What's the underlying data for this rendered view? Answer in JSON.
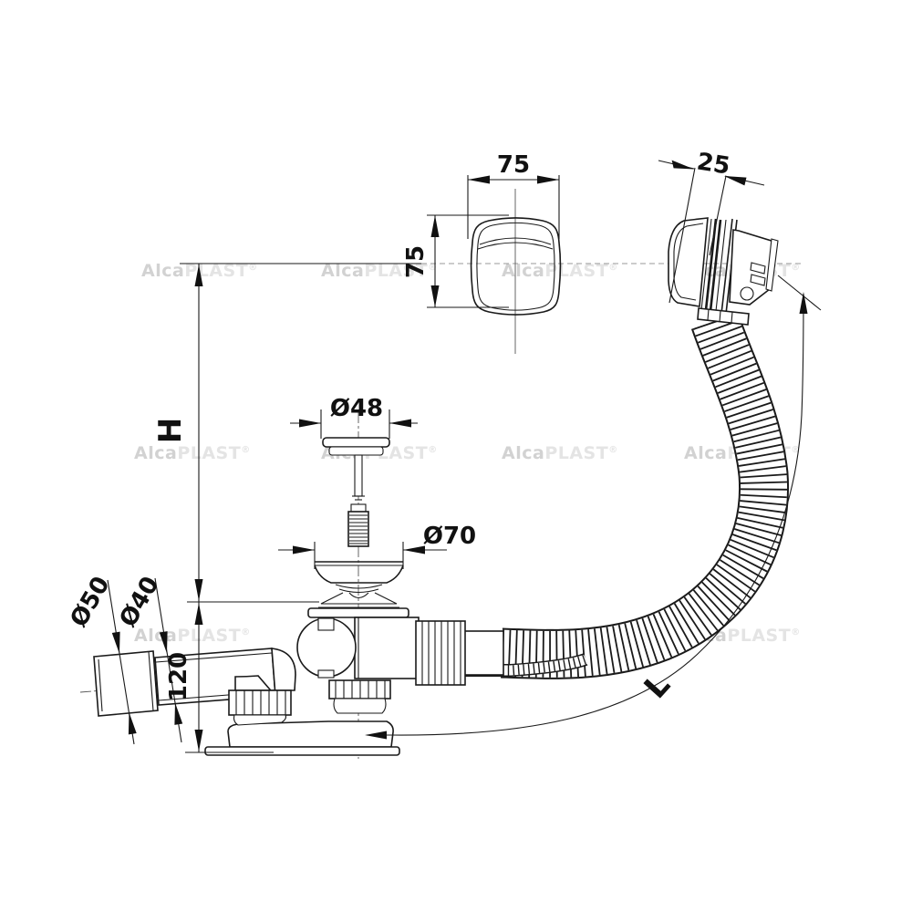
{
  "drawing": {
    "type": "technical-dimension-drawing",
    "subject": "bath waste and overflow drain set with flexible hose",
    "brand_watermark": {
      "part1": "Alca",
      "part2": "PLAST",
      "registered": "®"
    },
    "dimensions": {
      "cap_width": {
        "label": "75"
      },
      "cap_height": {
        "label": "75"
      },
      "overflow_depth": {
        "label": "25"
      },
      "plug_diameter": {
        "label": "Ø48"
      },
      "strainer_diameter": {
        "label": "Ø70"
      },
      "outlet_outer_diameter": {
        "label": "Ø50"
      },
      "outlet_inner_diameter": {
        "label": "Ø40"
      },
      "base_height": {
        "label": "120"
      },
      "height_reference": {
        "label": "H"
      },
      "hose_length_reference": {
        "label": "L"
      }
    },
    "colors": {
      "line": "#1a1a1a",
      "centerline": "#999999",
      "watermark_bold": "#d2d2d2",
      "watermark_light": "#e4e4e4",
      "background": "#ffffff"
    }
  }
}
